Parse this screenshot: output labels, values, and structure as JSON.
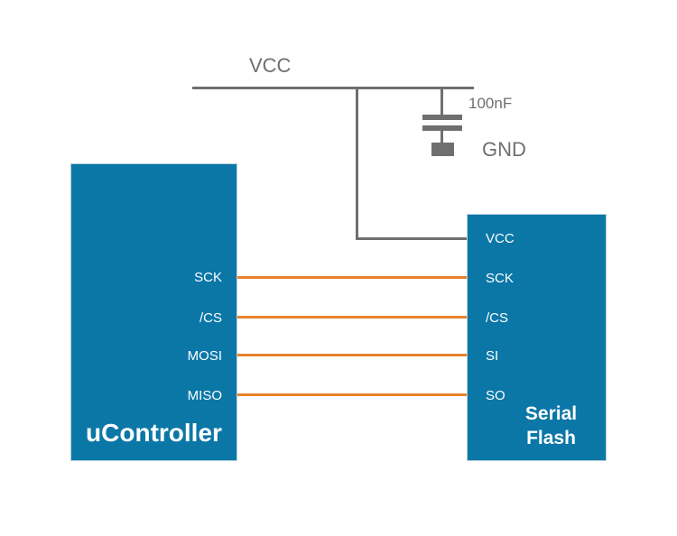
{
  "diagram": {
    "type": "circuit-schematic",
    "power": {
      "rail_label": "VCC",
      "capacitor_value": "100nF",
      "ground_label": "GND"
    },
    "left_chip": {
      "name": "uController",
      "pins": [
        "SCK",
        "/CS",
        "MOSI",
        "MISO"
      ]
    },
    "right_chip": {
      "name_line1": "Serial",
      "name_line2": "Flash",
      "pins": [
        "VCC",
        "SCK",
        "/CS",
        "SI",
        "SO"
      ]
    },
    "connections": [
      {
        "from": "uController.SCK",
        "to": "SerialFlash.SCK",
        "wire": "signal"
      },
      {
        "from": "uController./CS",
        "to": "SerialFlash./CS",
        "wire": "signal"
      },
      {
        "from": "uController.MOSI",
        "to": "SerialFlash.SI",
        "wire": "signal"
      },
      {
        "from": "uController.MISO",
        "to": "SerialFlash.SO",
        "wire": "signal"
      },
      {
        "from": "VCC-rail",
        "to": "SerialFlash.VCC",
        "wire": "power"
      },
      {
        "from": "VCC-rail",
        "to": "GND",
        "wire": "power",
        "through": "100nF capacitor"
      }
    ],
    "colors": {
      "chip_fill": "#0b77a7",
      "chip_text": "#ffffff",
      "signal_wire": "#e8812c",
      "power_wire": "#6f6f6f",
      "label_text": "#6f6f6f",
      "background": "#ffffff"
    }
  }
}
